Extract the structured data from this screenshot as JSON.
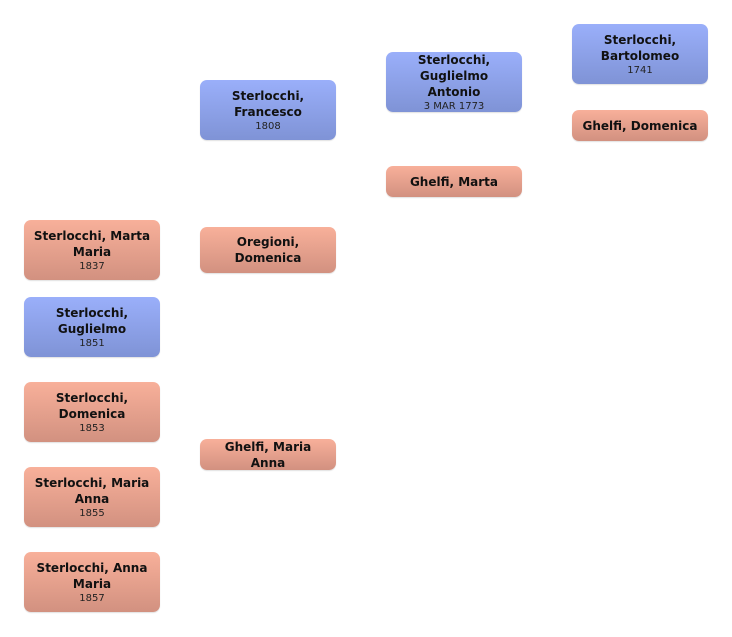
{
  "colors": {
    "male": "#8fa3ee",
    "female": "#eba28d"
  },
  "children": [
    {
      "name": "Sterlocchi, Marta Maria",
      "date": "1837",
      "sex": "female"
    },
    {
      "name": "Sterlocchi, Guglielmo",
      "date": "1851",
      "sex": "male"
    },
    {
      "name": "Sterlocchi, Domenica",
      "date": "1853",
      "sex": "female"
    },
    {
      "name": "Sterlocchi, Maria Anna",
      "date": "1855",
      "sex": "female"
    },
    {
      "name": "Sterlocchi, Anna Maria",
      "date": "1857",
      "sex": "female"
    }
  ],
  "parents": [
    {
      "name": "Sterlocchi, Francesco",
      "date": "1808",
      "sex": "male"
    },
    {
      "name": "Oregioni, Domenica",
      "date": "",
      "sex": "female"
    },
    {
      "name": "Ghelfi, Maria Anna",
      "date": "",
      "sex": "female"
    }
  ],
  "grandparents": [
    {
      "name": "Sterlocchi, Guglielmo Antonio",
      "date": "3 MAR 1773",
      "sex": "male"
    },
    {
      "name": "Ghelfi, Marta",
      "date": "",
      "sex": "female"
    }
  ],
  "great_grandparents": [
    {
      "name": "Sterlocchi, Bartolomeo",
      "date": "1741",
      "sex": "male"
    },
    {
      "name": "Ghelfi, Domenica",
      "date": "",
      "sex": "female"
    }
  ]
}
